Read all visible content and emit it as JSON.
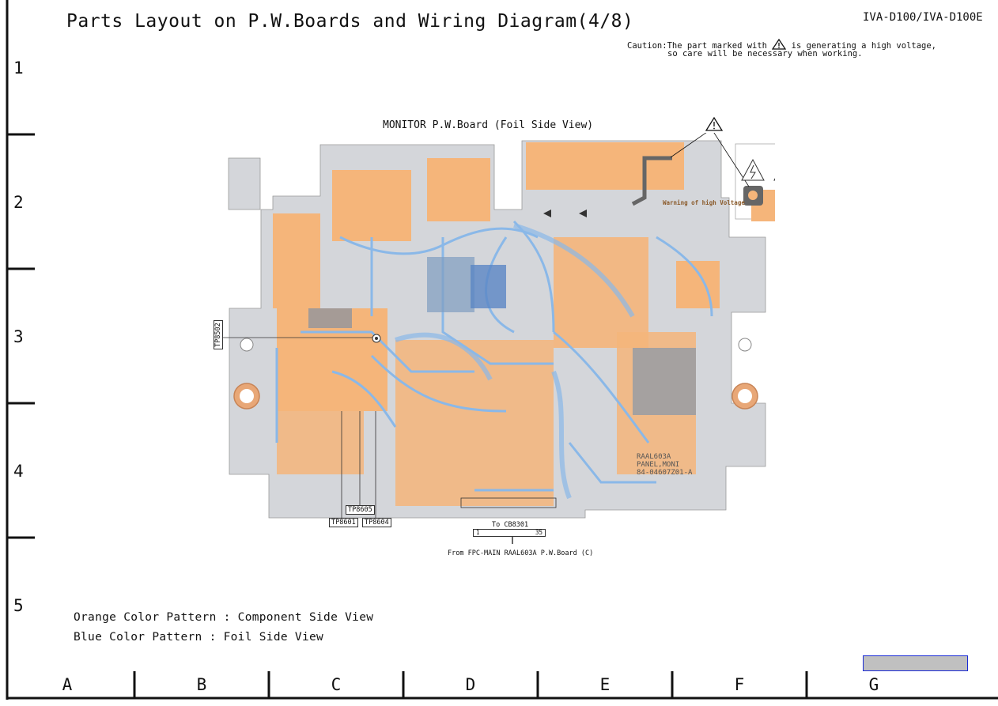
{
  "header": {
    "title": "Parts Layout on P.W.Boards and Wiring Diagram(4/8)",
    "model": "IVA-D100/IVA-D100E",
    "caution_line1_prefix": "Caution:The part marked with",
    "caution_line1_suffix": "is generating a high voltage,",
    "caution_line2": "so care will be necessary when working."
  },
  "board": {
    "title": "MONITOR P.W.Board (Foil Side View)",
    "warning_text": "Warning of high Voltage",
    "board_id": "RAAL603A",
    "board_name": "PANEL,MONI",
    "part_number": "84-04607Z01-A",
    "connector_label": "To CB8301",
    "connector_pin_first": "1",
    "connector_pin_last": "35",
    "connector_from": "From FPC-MAIN RAAL603A P.W.Board (C)",
    "test_points": [
      "TP8502",
      "TP8605",
      "TP8601",
      "TP8604"
    ]
  },
  "legend": {
    "orange": "Orange Color Pattern : Component Side View",
    "blue": "Blue Color Pattern : Foil Side View"
  },
  "grid": {
    "rows": [
      "1",
      "2",
      "3",
      "4",
      "5"
    ],
    "columns": [
      "A",
      "B",
      "C",
      "D",
      "E",
      "F",
      "G"
    ]
  },
  "colors": {
    "orange": "#f5b57a",
    "blue": "#8ab8e8",
    "board_gray": "#d4d6da",
    "frame": "#111111",
    "highlight_border": "#1a2bd6"
  }
}
